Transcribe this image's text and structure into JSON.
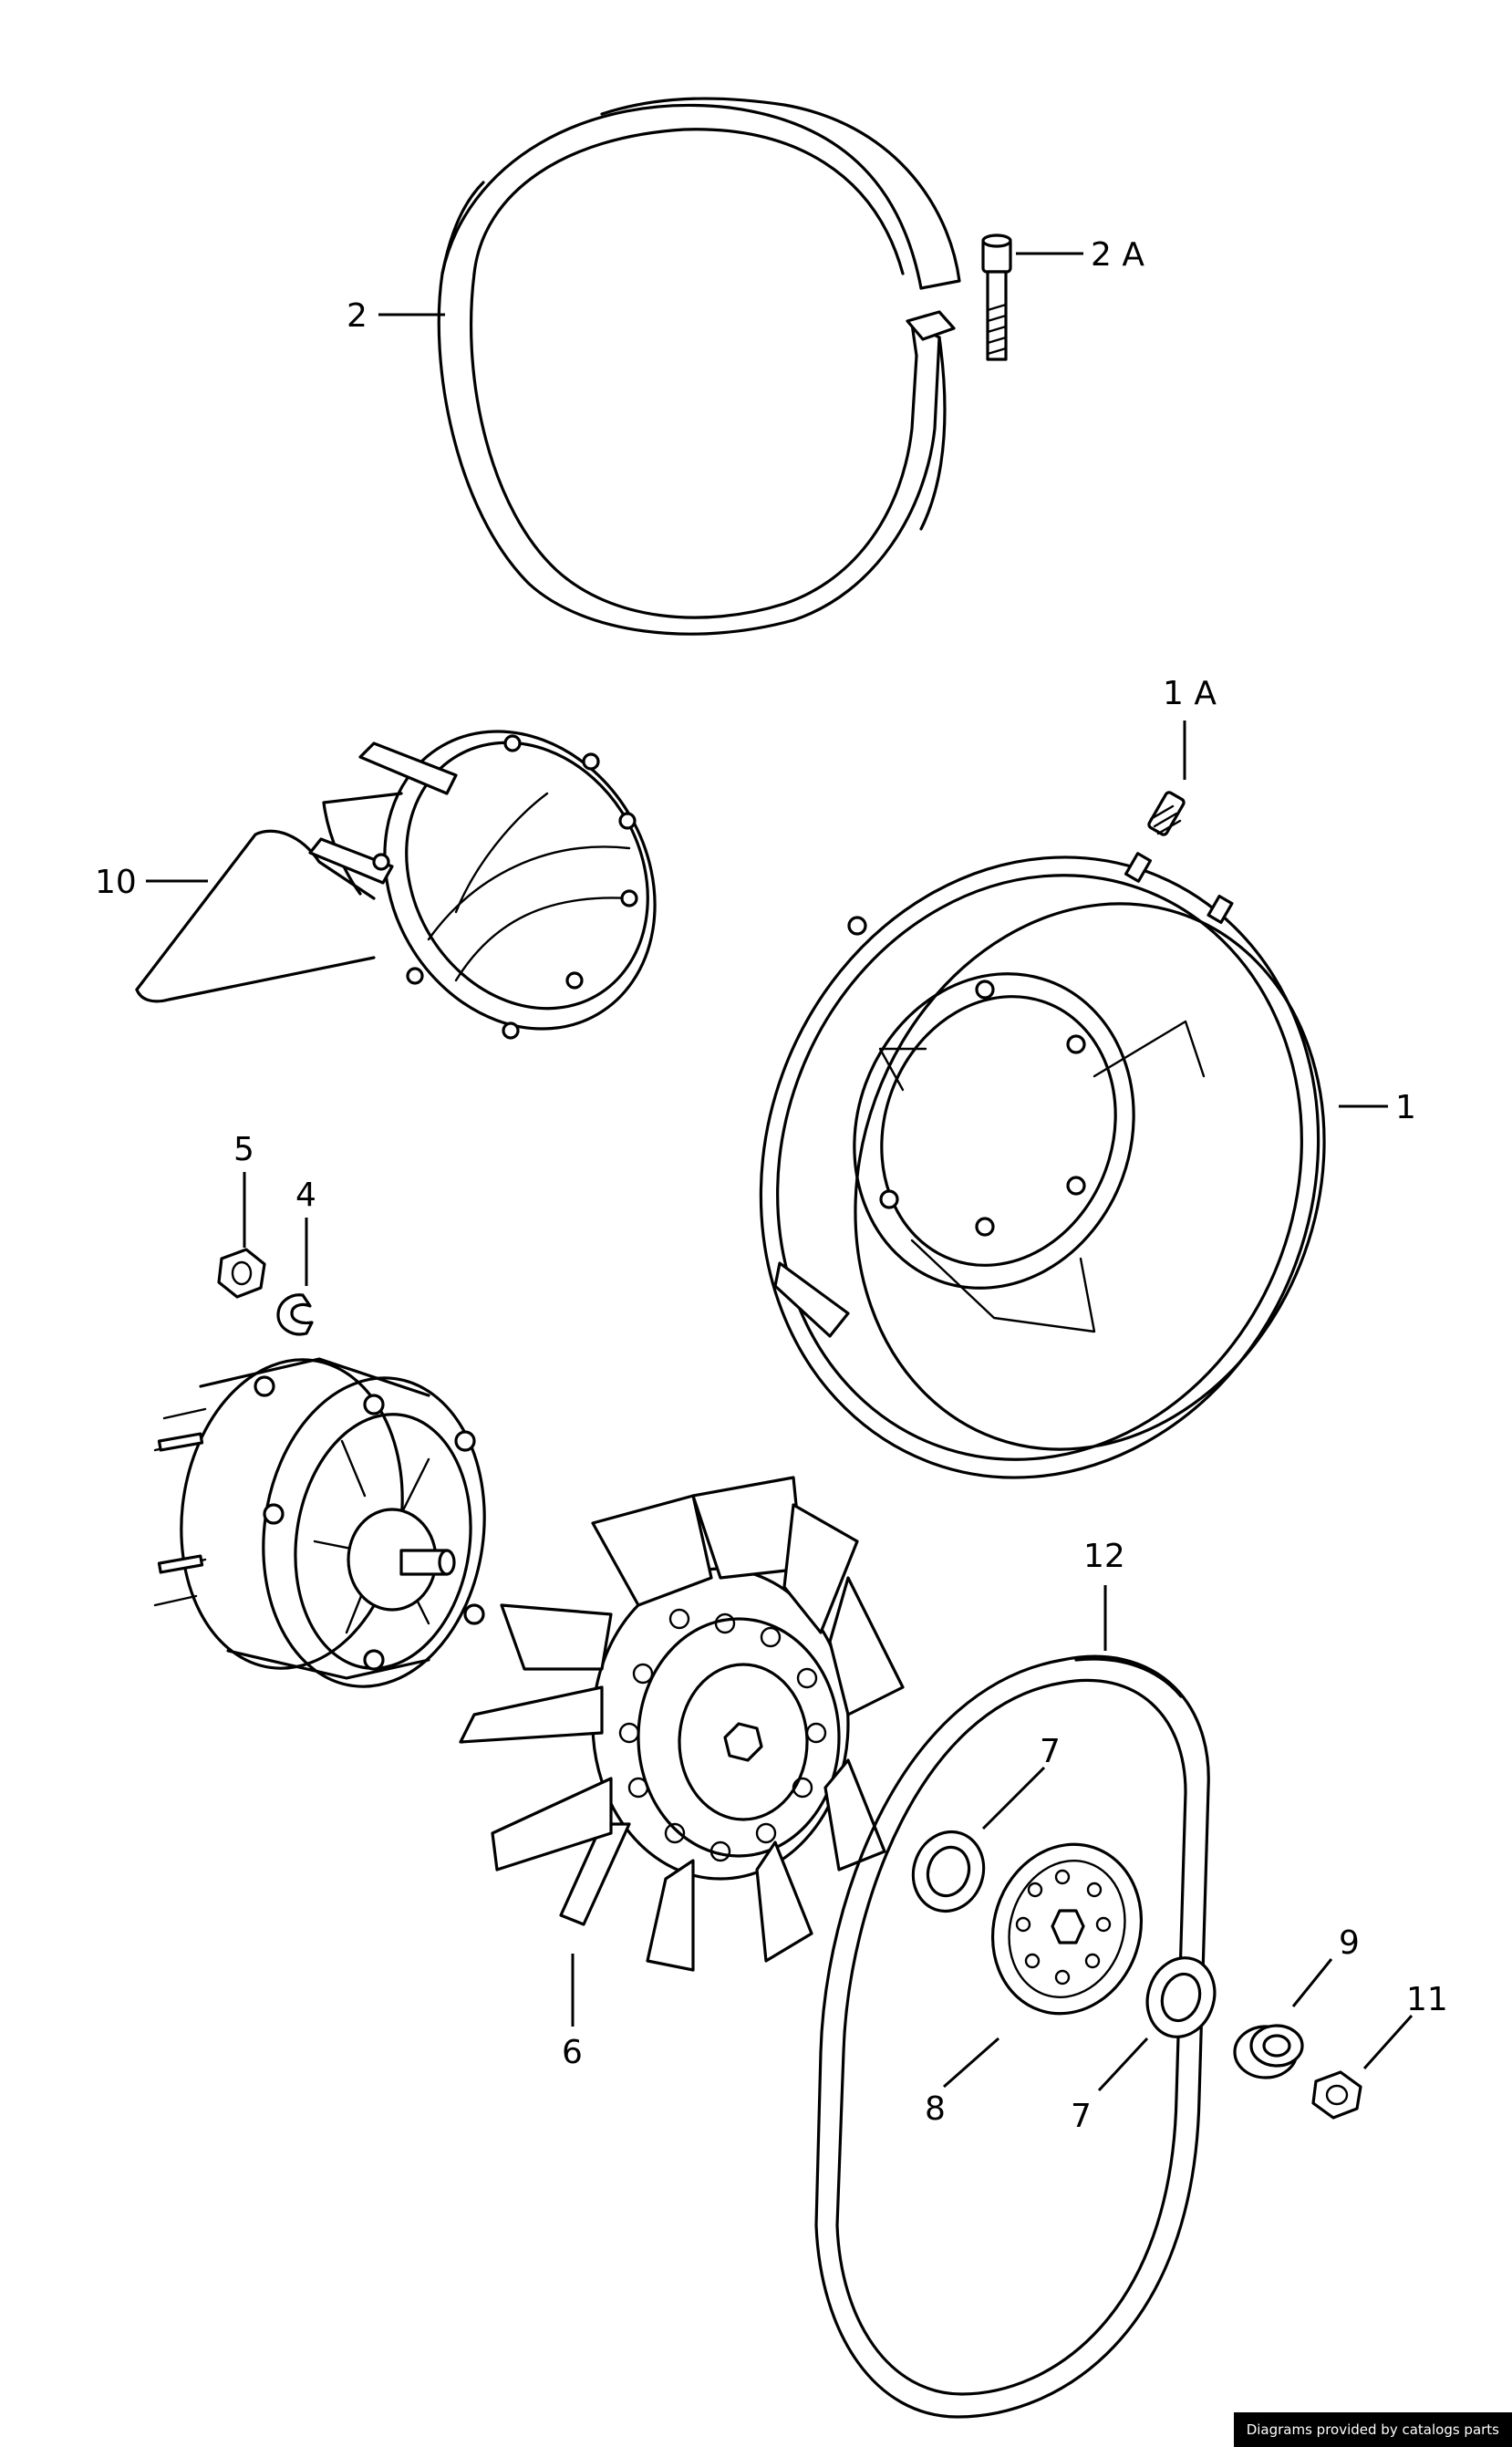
{
  "callouts": {
    "c2": "2",
    "c2a": "2 A",
    "c1a": "1 A",
    "c10": "10",
    "c1": "1",
    "c5": "5",
    "c4": "4",
    "c12": "12",
    "c7a": "7",
    "c7b": "7",
    "c9": "9",
    "c11": "11",
    "c8": "8",
    "c6": "6"
  },
  "credit": "Diagrams provided by catalogs parts",
  "colors": {
    "ink": "#000000",
    "paper": "#ffffff"
  }
}
